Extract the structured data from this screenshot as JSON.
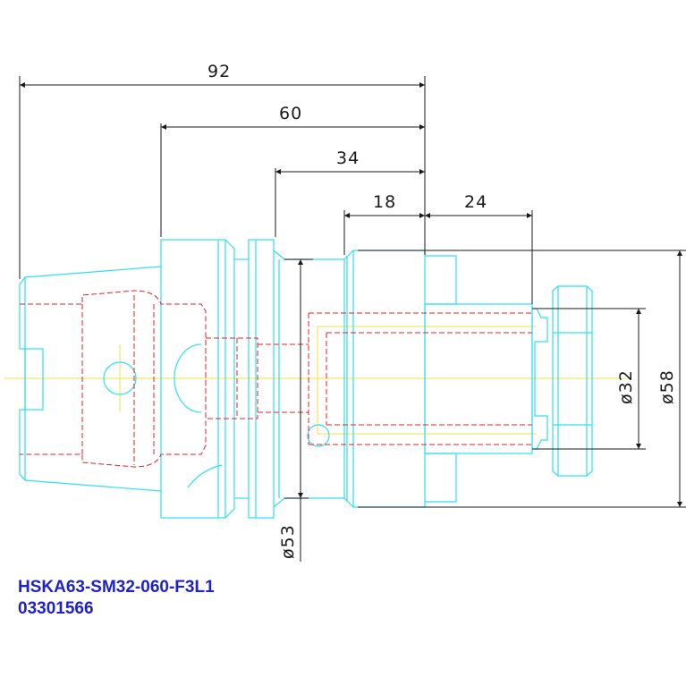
{
  "drawing": {
    "dimensions": {
      "overall_length": "92",
      "gauge_length": "60",
      "flange_to_end": "34",
      "nose_length": "18",
      "clamp_length": "24",
      "bore_diameter": "ø32",
      "body_diameter": "ø58",
      "flange_diameter": "ø53"
    },
    "part_number": "HSKA63-SM32-060-F3L1",
    "order_number": "03301566"
  },
  "colors": {
    "outline": "#2ee0f0",
    "hidden": "#e8202a",
    "centerline": "#f0e040",
    "dimension": "#1a1a1a",
    "caption": "#1f22c8"
  }
}
